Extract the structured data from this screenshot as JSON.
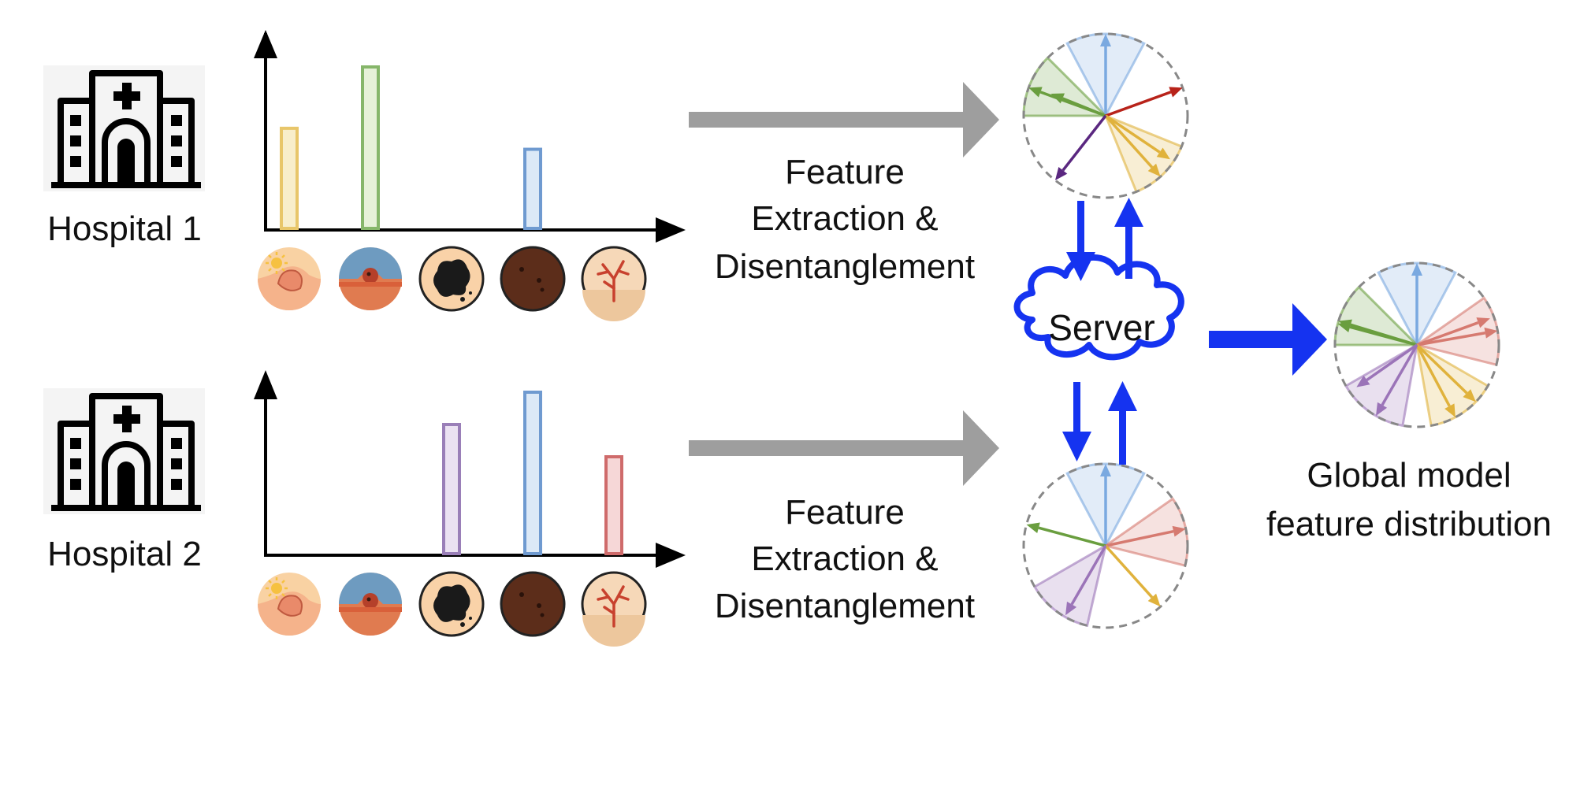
{
  "hospitals": [
    {
      "label": "Hospital 1",
      "bars": [
        {
          "category": "sun-damage",
          "value": 0.62,
          "color": "#e8c66a",
          "fill": "#f8eecb"
        },
        {
          "category": "lesion",
          "value": 1.0,
          "color": "#86b66a",
          "fill": "#e6f1d8"
        },
        {
          "category": "irregular-mole",
          "value": 0,
          "color": "#9a7fb8",
          "fill": "#ebe2f2"
        },
        {
          "category": "dark-mole",
          "value": 0.49,
          "color": "#6f9ad0",
          "fill": "#dce9f7"
        },
        {
          "category": "vascular",
          "value": 0,
          "color": "#cf6b6b",
          "fill": "#f6d7d7"
        }
      ],
      "extraction_label": [
        "Feature",
        "Extraction &",
        "Disentanglement"
      ]
    },
    {
      "label": "Hospital 2",
      "bars": [
        {
          "category": "sun-damage",
          "value": 0,
          "color": "#e8c66a",
          "fill": "#f8eecb"
        },
        {
          "category": "lesion",
          "value": 0,
          "color": "#86b66a",
          "fill": "#e6f1d8"
        },
        {
          "category": "irregular-mole",
          "value": 0.8,
          "color": "#9a7fb8",
          "fill": "#ebe2f2"
        },
        {
          "category": "dark-mole",
          "value": 1.0,
          "color": "#6f9ad0",
          "fill": "#dce9f7"
        },
        {
          "category": "vascular",
          "value": 0.6,
          "color": "#cf6b6b",
          "fill": "#f6d7d7"
        }
      ],
      "extraction_label": [
        "Feature",
        "Extraction &",
        "Disentanglement"
      ]
    }
  ],
  "server": {
    "label": "Server",
    "color": "#1533f0"
  },
  "global": {
    "label": [
      "Global model",
      "feature distribution"
    ]
  },
  "colors": {
    "process_arrow": "#9e9e9e",
    "comm_arrow": "#1533f0",
    "yellow": "#e0b23c",
    "green": "#6a9e3f",
    "blue": "#7aa9e0",
    "purple": "#9b74b8",
    "red": "#d67a70",
    "dark_red": "#b8231a",
    "dark_purple": "#5a2780"
  }
}
